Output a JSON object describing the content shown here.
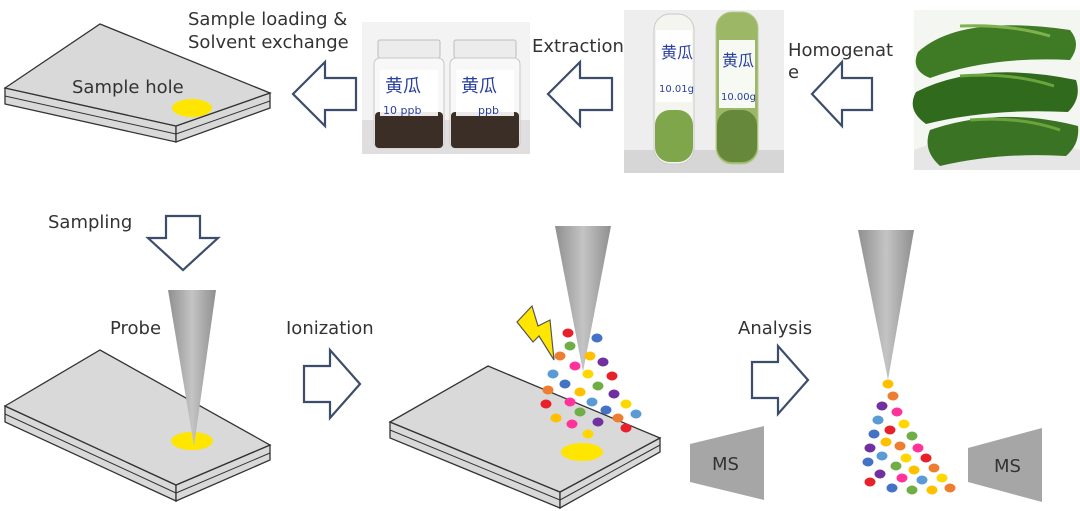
{
  "labels": {
    "sample_loading_line1": "Sample loading &",
    "sample_loading_line2": "Solvent exchange",
    "sample_hole": "Sample hole",
    "extraction": "Extraction",
    "homogenate_line1": "Homogenat",
    "homogenate_line2": "e",
    "sampling": "Sampling",
    "probe": "Probe",
    "ionization": "Ionization",
    "analysis": "Analysis",
    "ms_left": "MS",
    "ms_right": "MS"
  },
  "vial_labels": {
    "vial1_name": "黄瓜",
    "vial1_conc": "10 ppb",
    "vial2_name": "黄瓜",
    "vial2_conc": "ppb",
    "tube1_name": "黄瓜",
    "tube1_mass": "10.01g",
    "tube2_name": "黄瓜",
    "tube2_mass": "10.00g"
  },
  "colors": {
    "plate": "#d9d9d9",
    "hole": "#ffe600",
    "arrow_stroke": "#3c4d6b",
    "probe": "#a6a6a6",
    "ms_block": "#a6a6a6",
    "lightning": "#ffe600",
    "droplet_palette": [
      "#e8202a",
      "#4472c4",
      "#70ad47",
      "#ffc000",
      "#ed7d31",
      "#7030a0",
      "#ff3399",
      "#5b9bd5",
      "#ffd700"
    ]
  }
}
